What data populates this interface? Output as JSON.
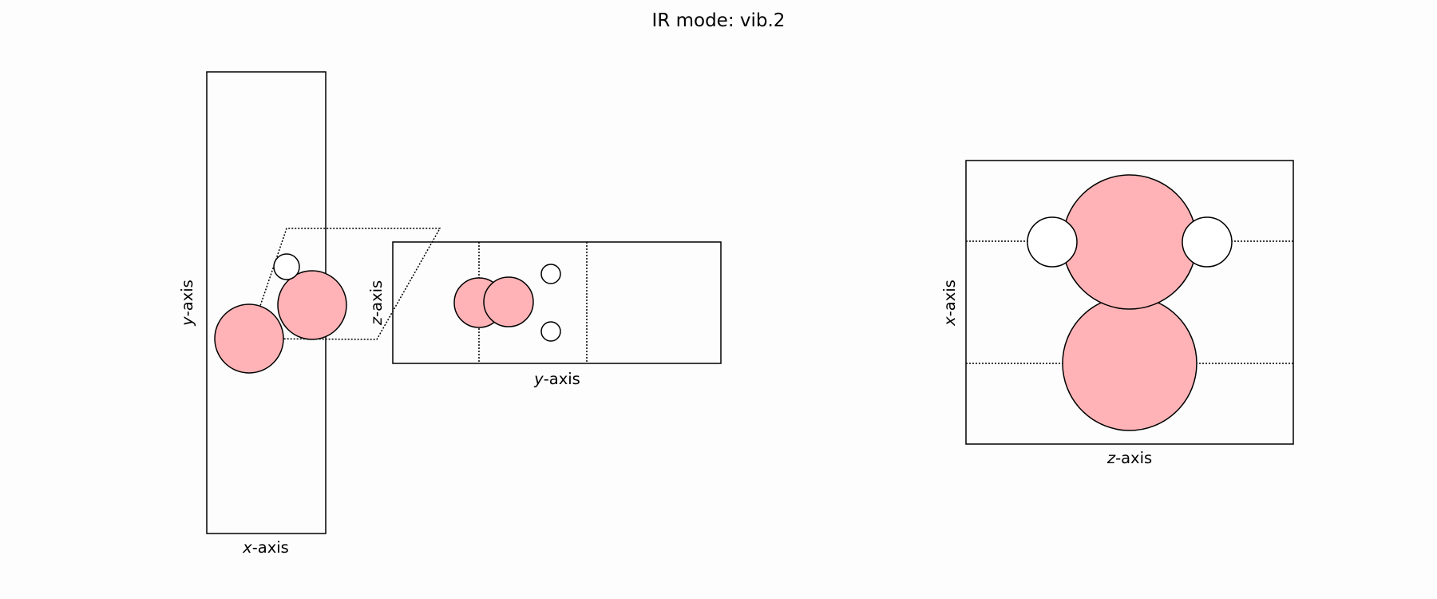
{
  "title": "IR mode: vib.2",
  "panels": [
    {
      "xlabel_italic": "x",
      "xlabel_rest": "-axis",
      "ylabel_italic": "y",
      "ylabel_rest": "-axis"
    },
    {
      "xlabel_italic": "y",
      "xlabel_rest": "-axis",
      "ylabel_italic": "z",
      "ylabel_rest": "-axis"
    },
    {
      "xlabel_italic": "z",
      "xlabel_rest": "-axis",
      "ylabel_italic": "x",
      "ylabel_rest": "-axis"
    }
  ],
  "colors": {
    "heavy_atom": "#ffb3b6",
    "light_atom": "#ffffff",
    "outline": "#000000",
    "background": "#fdfdfd"
  },
  "atom_types": [
    "heavy_atom",
    "light_atom"
  ]
}
